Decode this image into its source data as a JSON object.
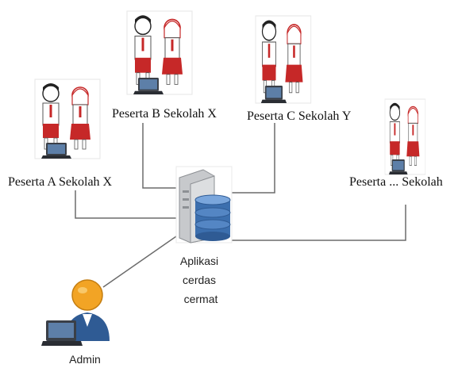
{
  "diagram": {
    "participants": [
      {
        "id": "a",
        "label": "Peserta A Sekolah X"
      },
      {
        "id": "b",
        "label": "Peserta B Sekolah X"
      },
      {
        "id": "c",
        "label": "Peserta C Sekolah Y"
      },
      {
        "id": "d",
        "label": "Peserta ... Sekolah"
      }
    ],
    "server": {
      "label_lines": [
        "Aplikasi",
        "cerdas",
        "cermat"
      ]
    },
    "admin": {
      "label": "Admin"
    },
    "colors": {
      "connector": "#6b6b6b",
      "shirt": "#ffffff",
      "skirt_red": "#c62828",
      "laptop": "#3a3f47",
      "laptop_screen": "#5d7fa8",
      "db_blue": "#3c6fae",
      "server_gray": "#c7c9cc",
      "admin_head": "#f2a425",
      "admin_body": "#2f5b94"
    },
    "icons": {
      "students": "students-with-laptop-icon",
      "server": "server-database-icon",
      "admin": "admin-user-laptop-icon"
    }
  }
}
